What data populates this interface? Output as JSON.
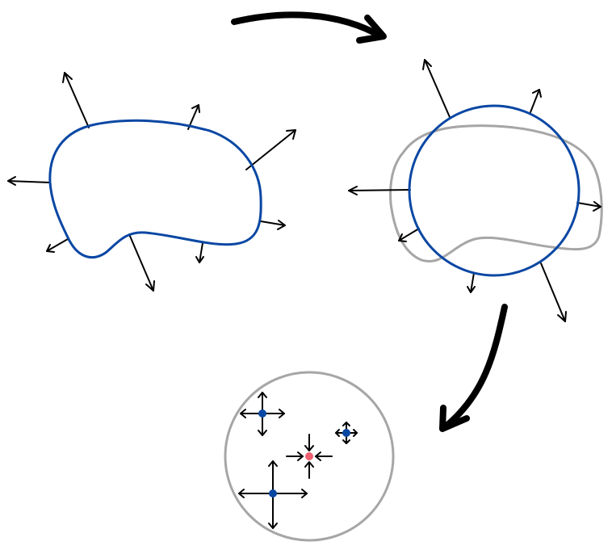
{
  "diagram": {
    "stages": [
      {
        "id": "initial-shape",
        "description_text": ""
      },
      {
        "id": "rounded-shape",
        "description_text": ""
      },
      {
        "id": "magnified-detail",
        "description_text": ""
      }
    ],
    "colors": {
      "shape_outline": "#0a47a3",
      "previous_outline": "#a6a6a6",
      "vectors": "#000000",
      "point_blue": "#0a47a3",
      "point_red": "#f06070",
      "inset_circle": "#a6a6a6"
    },
    "icons": [
      "curved-arrow-icon",
      "arrow-icon"
    ]
  }
}
